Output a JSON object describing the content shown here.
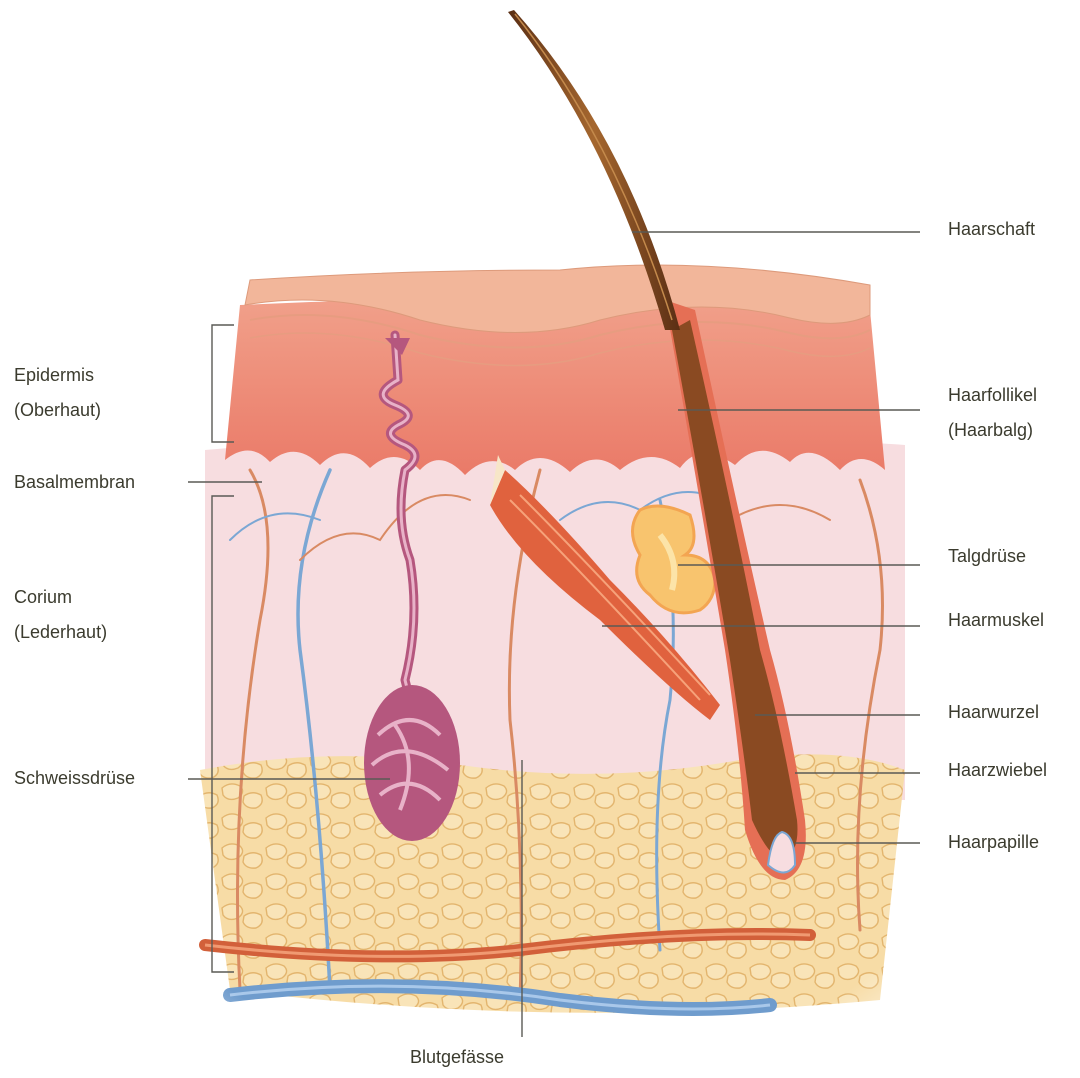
{
  "diagram": {
    "colors": {
      "leader": "#5a5a55",
      "label_text": "#3b3b2e",
      "epidermis": "#ee8873",
      "stratum_corneum": "#f2b69a",
      "dermis": "#f7dde0",
      "fat": "#f6d79a",
      "artery": "#d2603a",
      "vein": "#6f9ccd",
      "hair": "#7a4220",
      "sweat_gland": "#b5577e",
      "muscle": "#e0623e",
      "sebaceous_gland": "#f8c46e"
    },
    "labels": {
      "epidermis": [
        "Epidermis",
        "(Oberhaut)"
      ],
      "basalmembran": "Basalmembran",
      "corium": [
        "Corium",
        "(Lederhaut)"
      ],
      "schweissdruese": "Schweissdrüse",
      "blutgefaesse": "Blutgefässe",
      "haarschaft": "Haarschaft",
      "haarfollikel": [
        "Haarfollikel",
        "(Haarbalg)"
      ],
      "talgdruese": "Talgdrüse",
      "haarmuskel": "Haarmuskel",
      "haarwurzel": "Haarwurzel",
      "haarzwiebel": "Haarzwiebel",
      "haarpapille": "Haarpapille"
    }
  }
}
